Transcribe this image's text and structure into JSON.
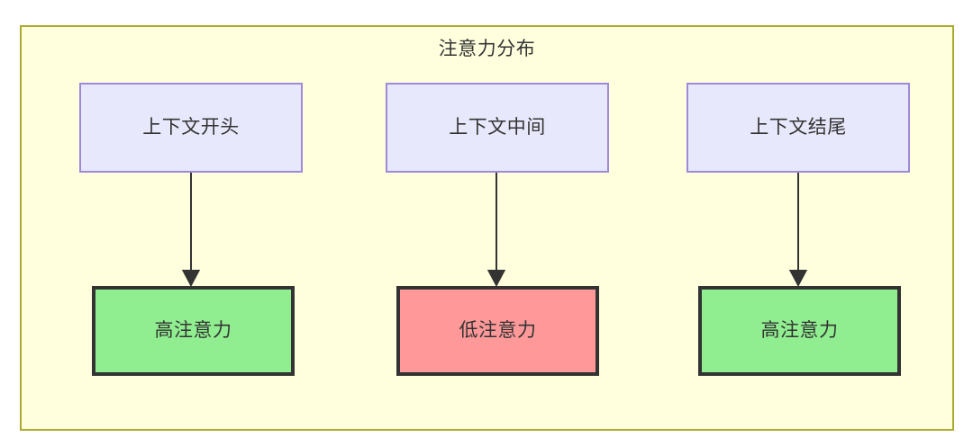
{
  "diagram": {
    "title": "注意力分布",
    "background_color": "#ffffde",
    "border_color": "#aaaa33",
    "context_nodes": [
      {
        "label": "上下文开头",
        "fill": "#e8e8fc",
        "stroke": "#9d8ad8"
      },
      {
        "label": "上下文中间",
        "fill": "#e8e8fc",
        "stroke": "#9d8ad8"
      },
      {
        "label": "上下文结尾",
        "fill": "#e8e8fc",
        "stroke": "#9d8ad8"
      }
    ],
    "attention_nodes": [
      {
        "label": "高注意力",
        "fill": "#90ee90",
        "stroke": "#333333"
      },
      {
        "label": "低注意力",
        "fill": "#ff9999",
        "stroke": "#333333"
      },
      {
        "label": "高注意力",
        "fill": "#90ee90",
        "stroke": "#333333"
      }
    ],
    "edges": [
      {
        "from": "上下文开头",
        "to": "高注意力",
        "marker": "arrow-down-icon"
      },
      {
        "from": "上下文中间",
        "to": "低注意力",
        "marker": "arrow-down-icon"
      },
      {
        "from": "上下文结尾",
        "to": "高注意力",
        "marker": "arrow-down-icon"
      }
    ]
  }
}
